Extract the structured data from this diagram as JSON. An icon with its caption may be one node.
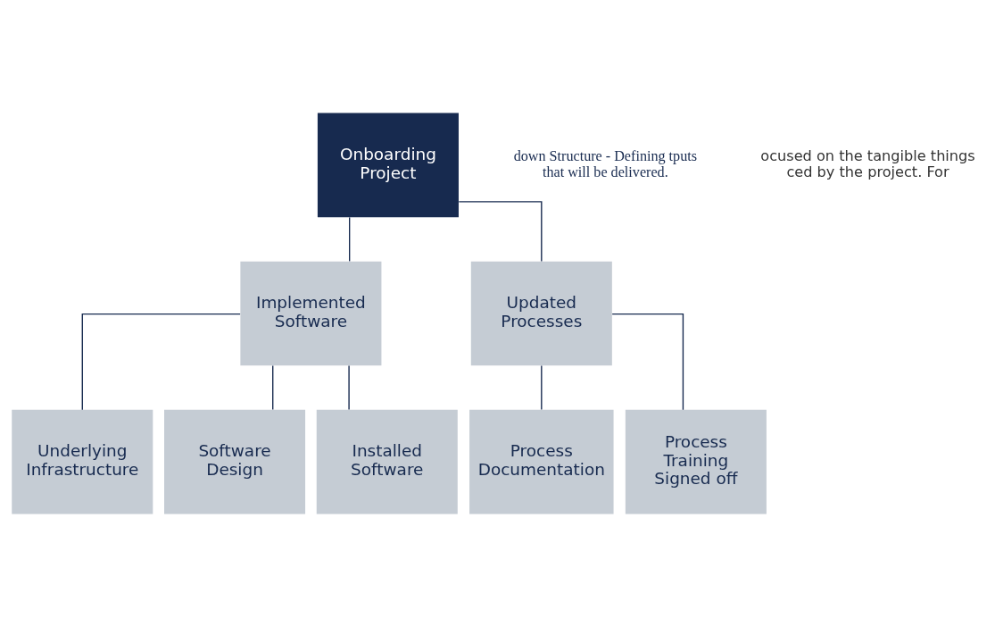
{
  "diagram": {
    "nodes": [
      {
        "text": [
          "Onboarding Project"
        ]
      },
      {
        "text": [
          "Implemented Software"
        ]
      },
      {
        "text": [
          "Updated Processes"
        ]
      },
      {
        "text": [
          "Underlying Infrastructure"
        ]
      },
      {
        "text": [
          "Software Design"
        ]
      },
      {
        "text": [
          "Installed Software"
        ]
      },
      {
        "text": [
          "Process Documentation"
        ]
      },
      {
        "text": [
          "Process Training Signed off"
        ]
      }
    ],
    "edges": [
      {
        "from": 0,
        "to": 1,
        "arrow": "none"
      },
      {
        "from": 0,
        "to": 2,
        "arrow": "none"
      },
      {
        "from": 1,
        "to": 3,
        "arrow": "none"
      },
      {
        "from": 1,
        "to": 4,
        "arrow": "none"
      },
      {
        "from": 1,
        "to": 5,
        "arrow": "none"
      },
      {
        "from": 2,
        "to": 6,
        "arrow": "none"
      },
      {
        "from": 2,
        "to": 7,
        "arrow": "none"
      }
    ],
    "labels": [
      "down Structure - Defining tputs that will be delivered.",
      "ocused on the tangible things ced by the project. For"
    ]
  }
}
